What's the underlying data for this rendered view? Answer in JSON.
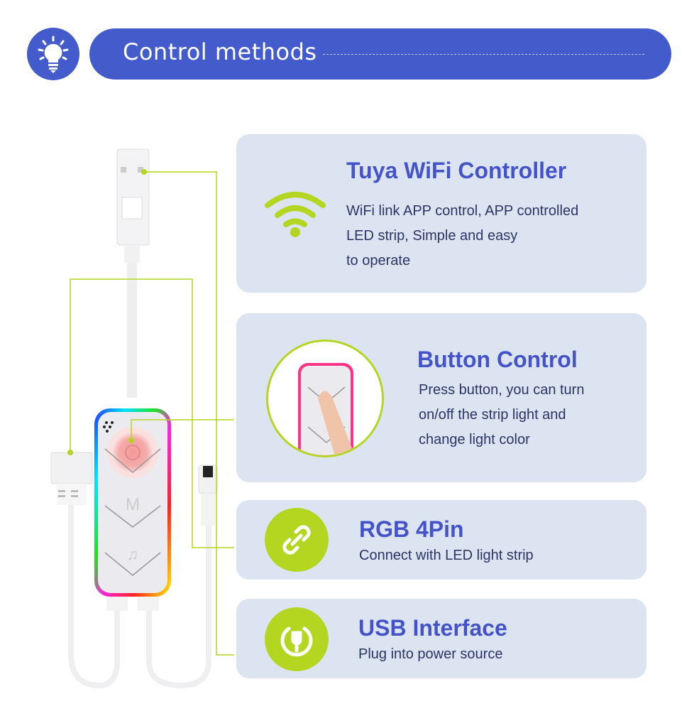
{
  "header": {
    "title": "Control methods",
    "icon": "lightbulb-icon"
  },
  "colors": {
    "brand_blue": "#445bcb",
    "panel_bg": "#dce4f2",
    "accent_green": "#b4d621",
    "title_blue": "#4454c8"
  },
  "features": [
    {
      "title": "Tuya WiFi Controller",
      "lines": [
        "WiFi link APP control, APP controlled",
        "LED strip, Simple and easy",
        "to operate"
      ],
      "icon": "wifi-icon"
    },
    {
      "title": "Button Control",
      "lines": [
        "Press button, you can turn",
        "on/off the strip light and",
        "change light color"
      ],
      "icon": "finger-press-image"
    },
    {
      "title": "RGB 4Pin",
      "lines": [
        "Connect with LED light strip"
      ],
      "icon": "link-icon"
    },
    {
      "title": "USB Interface",
      "lines": [
        "Plug into power source"
      ],
      "icon": "plug-icon"
    }
  ],
  "device": {
    "mode_button": "M"
  }
}
